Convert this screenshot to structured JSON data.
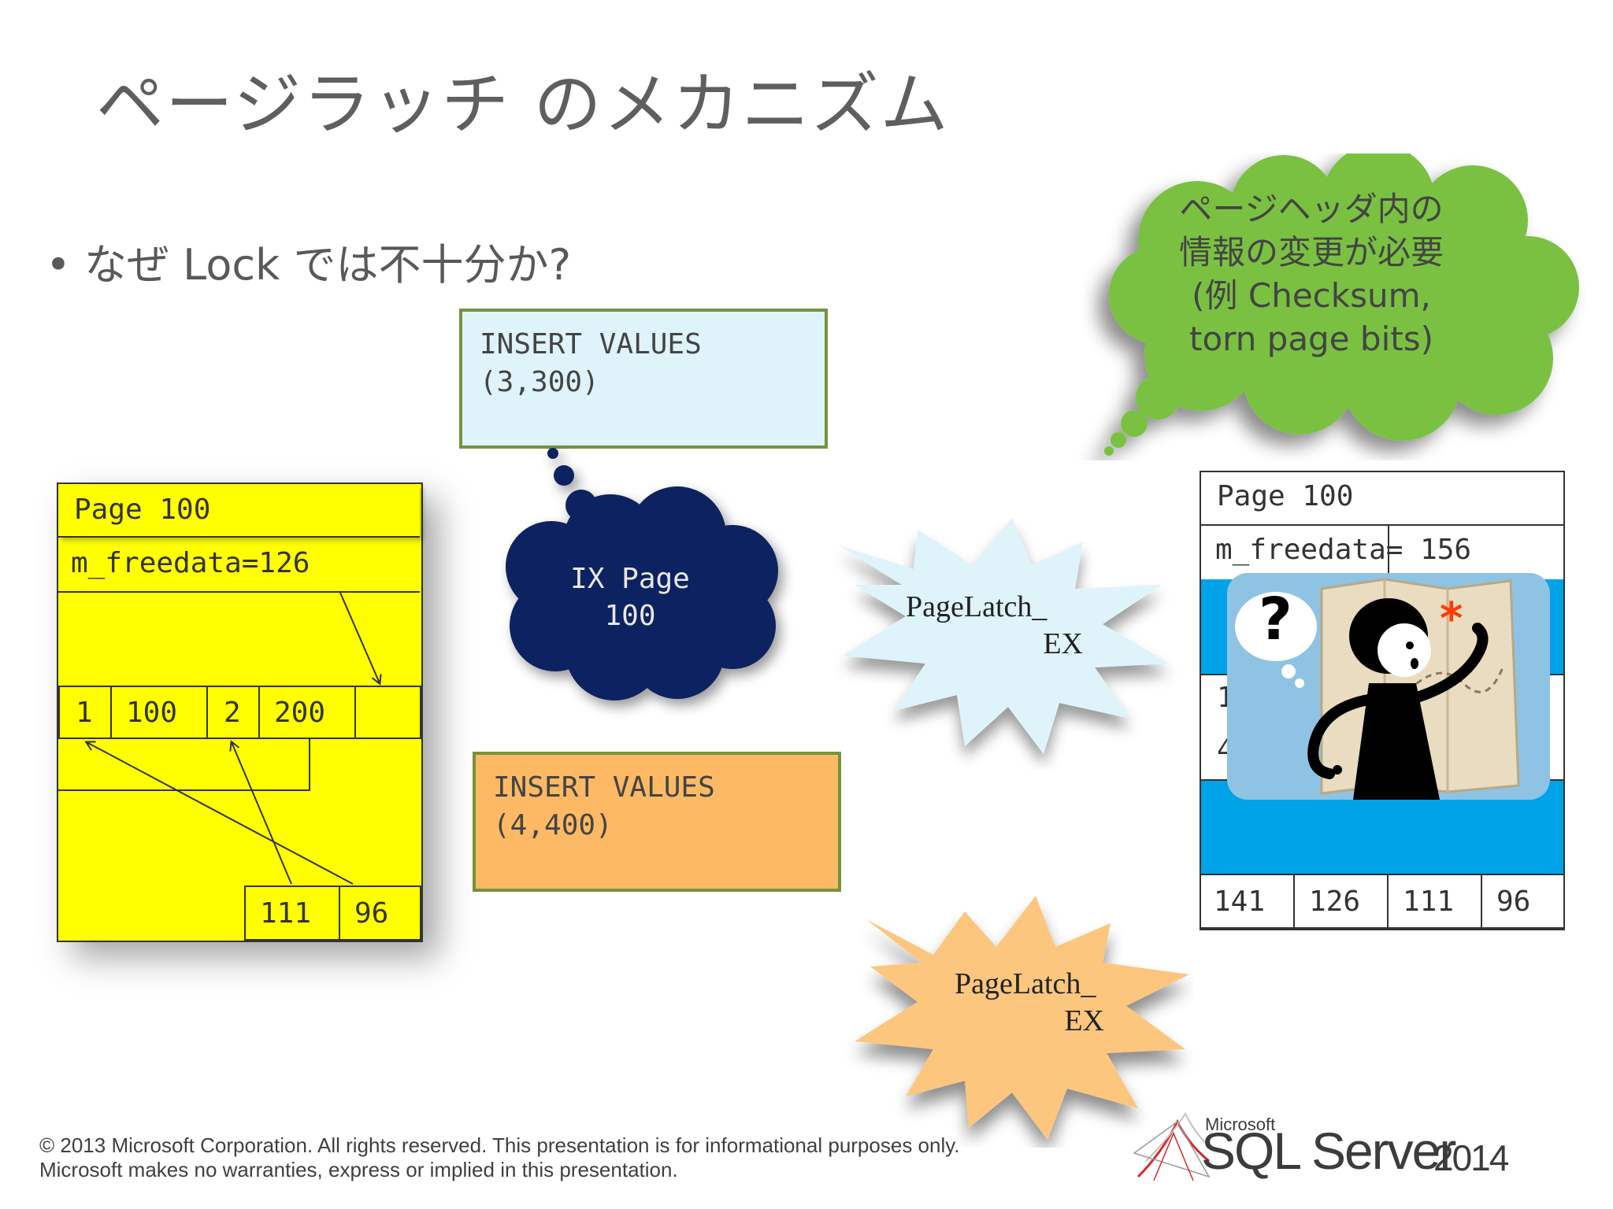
{
  "title": "ページラッチ のメカニズム",
  "bullet": "• なぜ Lock では不十分か?",
  "thought_bubble": {
    "line1": "ページヘッダ内の",
    "line2": "情報の変更が必要",
    "line3": "(例 Checksum,",
    "line4": "torn page bits)",
    "color": "#7ac143"
  },
  "insert1": {
    "text": "INSERT VALUES\n(3,300)"
  },
  "insert2": {
    "text": "INSERT VALUES\n(4,400)"
  },
  "ix_cloud": {
    "line1": "IX Page",
    "line2": "100",
    "color": "#0c2260"
  },
  "latch1": {
    "line1": "PageLatch_",
    "line2": "EX",
    "color": "#dff3fa"
  },
  "latch2": {
    "line1": "PageLatch_",
    "line2": "EX",
    "color": "#fcc67e"
  },
  "left_page": {
    "header": "Page 100",
    "freedata": "m_freedata=126",
    "slots": [
      "1",
      "100",
      "2",
      "200"
    ],
    "offsets": [
      "111",
      "96"
    ]
  },
  "right_page": {
    "header": "Page 100",
    "freedata": "m_freedata= 156",
    "row_start_1": "1",
    "row_start_2": "4",
    "offsets": [
      "141",
      "126",
      "111",
      "96"
    ]
  },
  "clipart": {
    "icon": "confused-person-with-map-icon",
    "question": "?",
    "mark": "*"
  },
  "footer": {
    "line1": "© 2013 Microsoft Corporation.  All rights reserved.  This presentation is for informational purposes only.",
    "line2": "Microsoft makes no warranties, express or implied in this presentation."
  },
  "logo": {
    "brand": "Microsoft",
    "product": "SQL Server",
    "year": "2014"
  }
}
